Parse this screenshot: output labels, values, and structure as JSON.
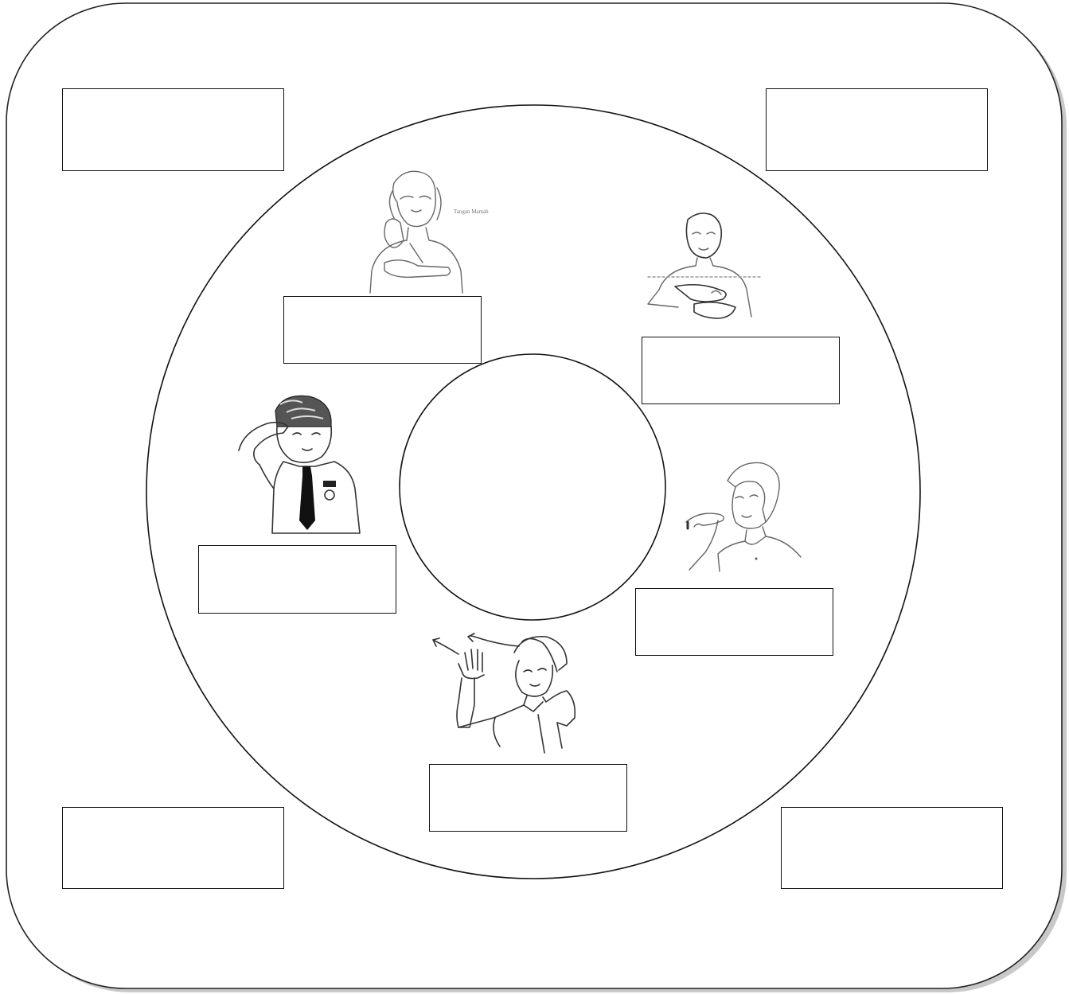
{
  "worksheet": {
    "corner_boxes": [
      {
        "id": "top-left",
        "text": ""
      },
      {
        "id": "top-right",
        "text": ""
      },
      {
        "id": "bottom-left",
        "text": ""
      },
      {
        "id": "bottom-right",
        "text": ""
      }
    ],
    "center_text": "",
    "signs": [
      {
        "id": "top",
        "figure": "woman-hand-at-chin-icon",
        "caption_mark": "Tangan Mamah",
        "label": ""
      },
      {
        "id": "upper-right",
        "figure": "woman-hands-at-chest-icon",
        "label": ""
      },
      {
        "id": "left",
        "figure": "boy-salute-icon",
        "label": ""
      },
      {
        "id": "right",
        "figure": "woman-pinch-gesture-icon",
        "label": ""
      },
      {
        "id": "bottom",
        "figure": "woman-wave-arrows-icon",
        "label": ""
      }
    ]
  }
}
